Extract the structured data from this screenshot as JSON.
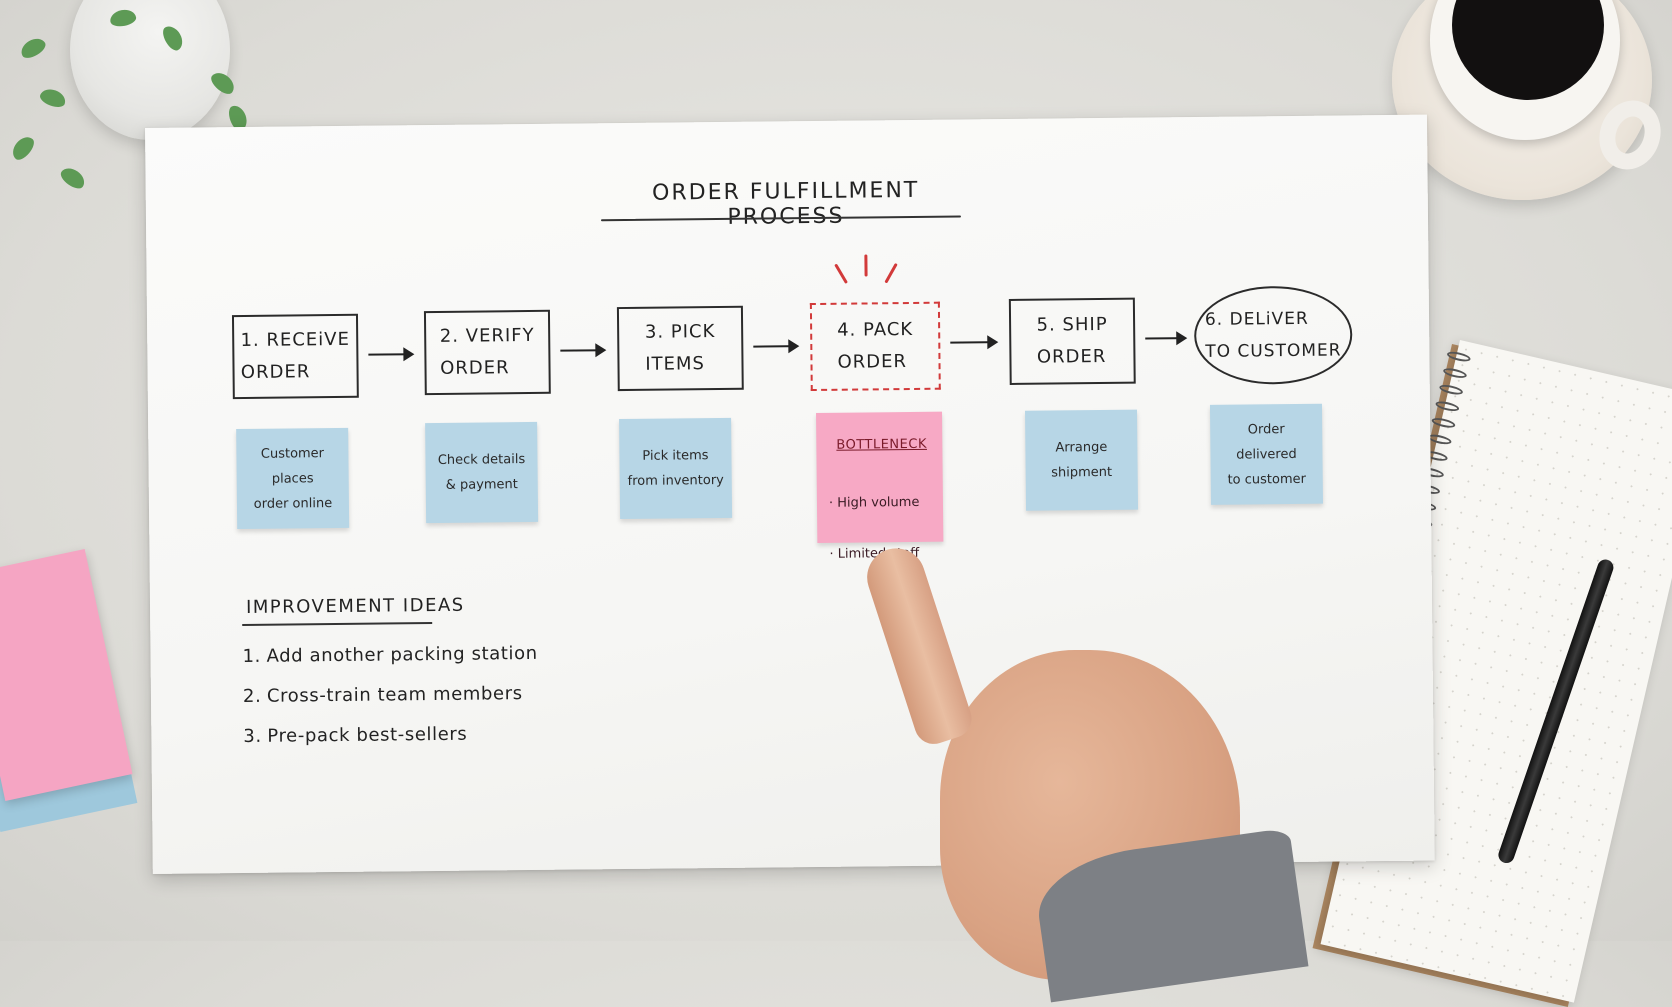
{
  "title": "ORDER FULFILLMENT PROCESS",
  "steps": [
    {
      "label": "1. RECEiVE\nORDER"
    },
    {
      "label": "2. VERIFY\nORDER"
    },
    {
      "label": "3. PICK\nITEMS"
    },
    {
      "label": "4. PACK\nORDER"
    },
    {
      "label": "5. SHIP\nORDER"
    },
    {
      "label": "6. DELiVER\nTO CUSTOMER"
    }
  ],
  "notes": [
    {
      "text": "Customer places\norder online"
    },
    {
      "text": "Check details\n& payment"
    },
    {
      "text": "Pick items\nfrom inventory"
    },
    {
      "title": "BOTTLENECK",
      "items": [
        "High volume",
        "Limited staff"
      ]
    },
    {
      "text": "Arrange\nshipment"
    },
    {
      "text": "Order delivered\nto customer"
    }
  ],
  "improvement": {
    "title": "IMPROVEMENT IDEAS",
    "items": [
      {
        "num": "1.",
        "text": "Add another packing station"
      },
      {
        "num": "2.",
        "text": "Cross-train team members"
      },
      {
        "num": "3.",
        "text": "Pre-pack best-sellers"
      }
    ]
  },
  "colors": {
    "sticky_blue": "#b7d6e6",
    "sticky_pink": "#f7a9c5",
    "highlight_red": "#d23a3a"
  }
}
